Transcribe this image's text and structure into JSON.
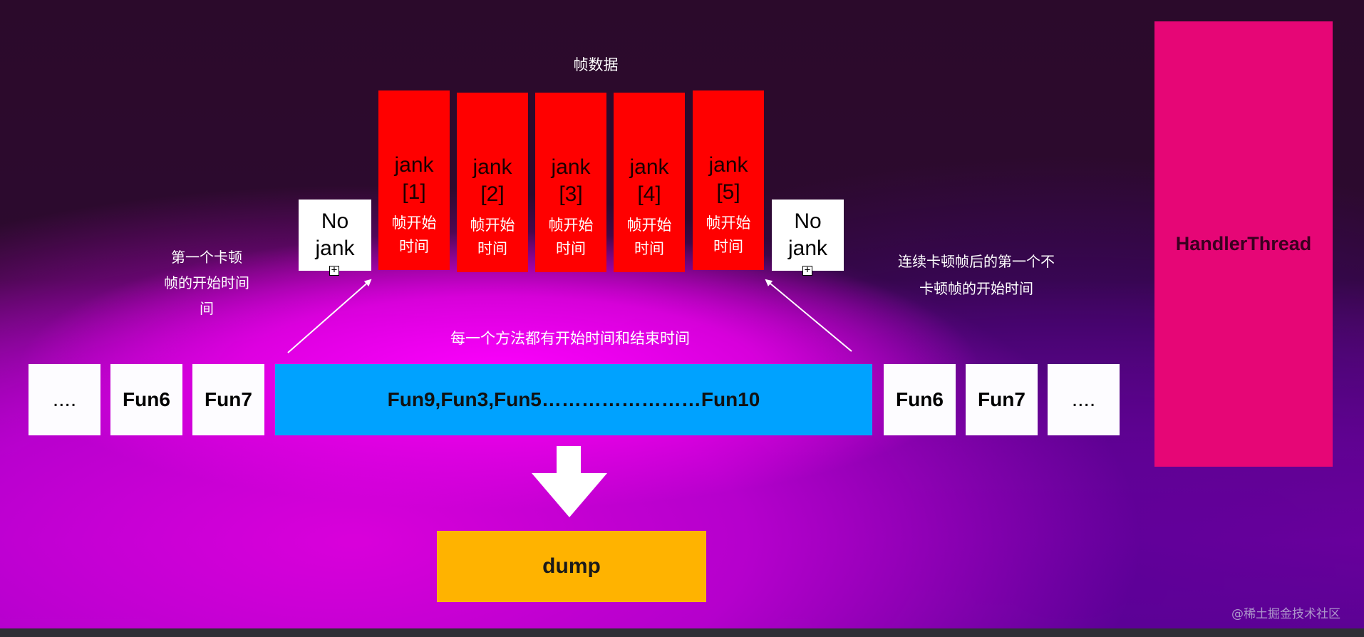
{
  "title": "帧数据",
  "jank_frames": [
    {
      "label": "jank",
      "index": "[1]",
      "sub1": "帧开始",
      "sub2": "时间"
    },
    {
      "label": "jank",
      "index": "[2]",
      "sub1": "帧开始",
      "sub2": "时间"
    },
    {
      "label": "jank",
      "index": "[3]",
      "sub1": "帧开始",
      "sub2": "时间"
    },
    {
      "label": "jank",
      "index": "[4]",
      "sub1": "帧开始",
      "sub2": "时间"
    },
    {
      "label": "jank",
      "index": "[5]",
      "sub1": "帧开始",
      "sub2": "时间"
    }
  ],
  "no_jank_left": {
    "line1": "No",
    "line2": "jank"
  },
  "no_jank_right": {
    "line1": "No",
    "line2": "jank"
  },
  "annotation_left": {
    "line1": "第一个卡顿",
    "line2": "帧的开始时间",
    "line3": "间"
  },
  "annotation_right": {
    "line1": "连续卡顿帧后的第一个不",
    "line2": "卡顿帧的开始时间"
  },
  "method_note": "每一个方法都有开始时间和结束时间",
  "method_row": {
    "left": [
      "....",
      "Fun6",
      "Fun7"
    ],
    "main": "Fun9,Fun3,Fun5……………………Fun10",
    "right": [
      "Fun6",
      "Fun7",
      "...."
    ]
  },
  "dump_label": "dump",
  "handler_label": "HandlerThread",
  "watermark": "@稀土掘金技术社区",
  "colors": {
    "jank": "#ff0000",
    "main_bar": "#00a2ff",
    "dump": "#ffb300",
    "handler": "#e60676",
    "white_box": "#fdfcff"
  }
}
